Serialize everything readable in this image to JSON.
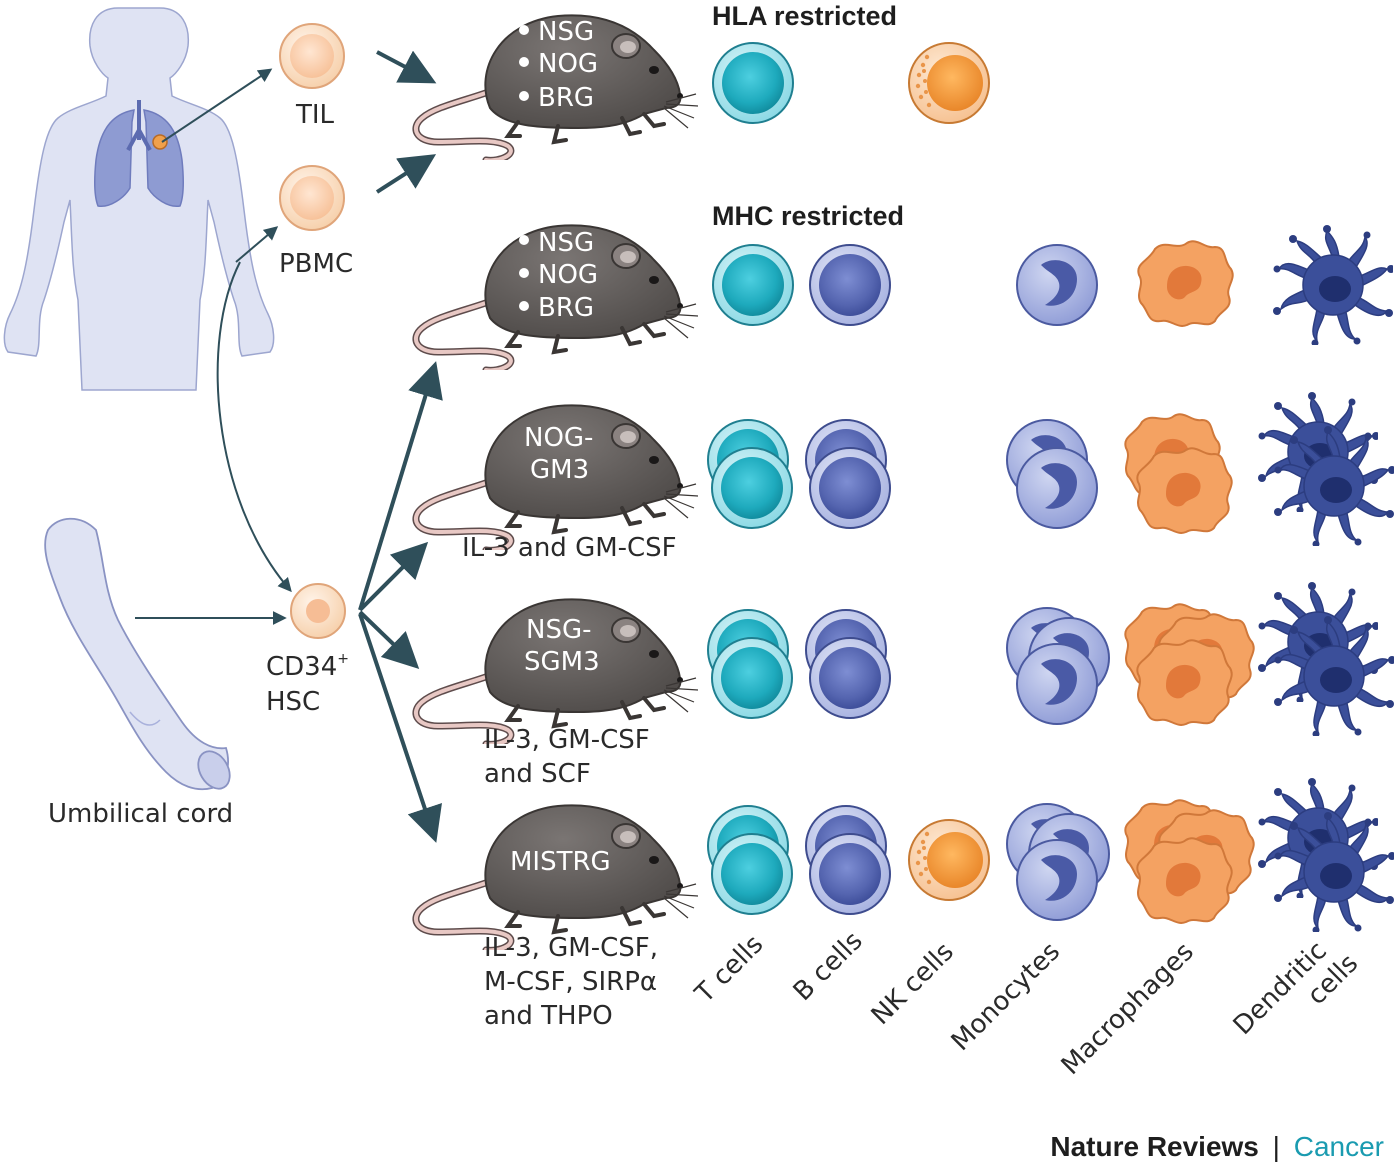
{
  "sources": {
    "til": "TIL",
    "pbmc": "PBMC",
    "hsc_line1": "CD34",
    "hsc_sup": "+",
    "hsc_line2": "HSC",
    "umbilical": "Umbilical cord"
  },
  "headers": {
    "hla": "HLA restricted",
    "mhc": "MHC restricted"
  },
  "mouse_strains": {
    "row1": [
      "NSG",
      "NOG",
      "BRG"
    ],
    "row2": [
      "NSG",
      "NOG",
      "BRG"
    ],
    "row3": [
      "NOG-",
      "GM3"
    ],
    "row4": [
      "NSG-",
      "SGM3"
    ],
    "row5": [
      "MISTRG"
    ]
  },
  "cytokines": {
    "row3": [
      "IL-3 and GM-CSF"
    ],
    "row4": [
      "IL-3, GM-CSF",
      "and SCF"
    ],
    "row5": [
      "IL-3, GM-CSF,",
      "M-CSF, SIRPα",
      "and THPO"
    ]
  },
  "cell_types": [
    "T cells",
    "B cells",
    "NK cells",
    "Monocytes",
    "Macrophages",
    "Dendritic",
    "cells"
  ],
  "footer": {
    "journal": "Nature Reviews",
    "separator": "|",
    "section": "Cancer"
  },
  "colors": {
    "t_cell": "#2bb3c6",
    "b_cell": "#6f7fc4",
    "nk_cell": "#f0a04b",
    "macrophage": "#f3a05e",
    "dendritic": "#3b4f9a",
    "mouse": "#5e5a58",
    "body": "#dfe3f3",
    "brand_accent": "#1a9bb0"
  },
  "icons": [
    "human-body-icon",
    "umbilical-cord-icon",
    "mouse-icon",
    "t-cell-icon",
    "b-cell-icon",
    "nk-cell-icon",
    "monocyte-icon",
    "macrophage-icon",
    "dendritic-cell-icon"
  ]
}
